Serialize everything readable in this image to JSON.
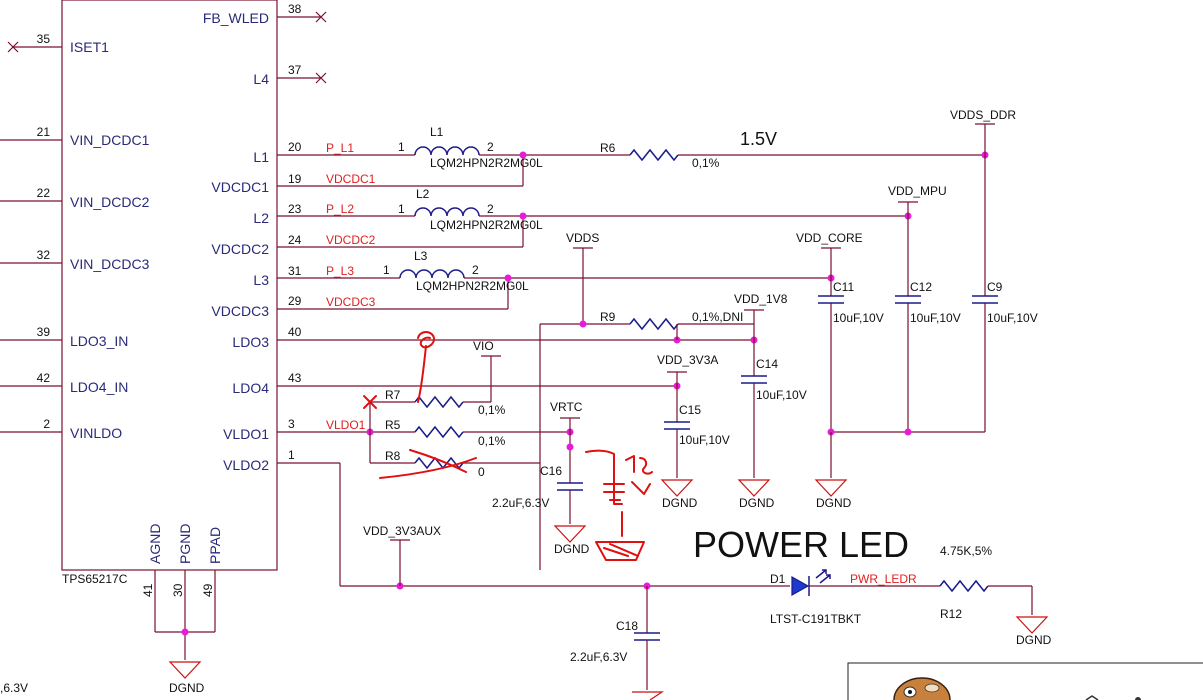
{
  "ic": {
    "left_pins": [
      {
        "num": "35",
        "name": "ISET1"
      },
      {
        "num": "21",
        "name": "VIN_DCDC1"
      },
      {
        "num": "22",
        "name": "VIN_DCDC2"
      },
      {
        "num": "32",
        "name": "VIN_DCDC3"
      },
      {
        "num": "39",
        "name": "LDO3_IN"
      },
      {
        "num": "42",
        "name": "LDO4_IN"
      },
      {
        "num": "2",
        "name": "VINLDO"
      }
    ],
    "right_pins": [
      {
        "num": "38",
        "name": "FB_WLED"
      },
      {
        "num": "37",
        "name": "L4"
      },
      {
        "num": "20",
        "name": "L1"
      },
      {
        "num": "19",
        "name": "VDCDC1"
      },
      {
        "num": "23",
        "name": "L2"
      },
      {
        "num": "24",
        "name": "VDCDC2"
      },
      {
        "num": "31",
        "name": "L3"
      },
      {
        "num": "29",
        "name": "VDCDC3"
      },
      {
        "num": "40",
        "name": "LDO3"
      },
      {
        "num": "43",
        "name": "LDO4"
      },
      {
        "num": "3",
        "name": "VLDO1"
      },
      {
        "num": "1",
        "name": "VLDO2"
      }
    ],
    "bottom_pins": [
      {
        "num": "41",
        "name": "AGND"
      },
      {
        "num": "30",
        "name": "PGND"
      },
      {
        "num": "49",
        "name": "PPAD"
      }
    ],
    "part_name": "TPS65217C"
  },
  "nets": {
    "p_l1": "P_L1",
    "p_l2": "P_L2",
    "p_l3": "P_L3",
    "vdcdc1": "VDCDC1",
    "vdcdc2": "VDCDC2",
    "vdcdc3": "VDCDC3",
    "vldo1": "VLDO1",
    "pwr_ledr": "PWR_LEDR"
  },
  "rails": {
    "vdds_ddr": "VDDS_DDR",
    "vdd_mpu": "VDD_MPU",
    "vdd_core": "VDD_CORE",
    "vdds": "VDDS",
    "vdd_1v8": "VDD_1V8",
    "vdd_3v3a": "VDD_3V3A",
    "vio": "VIO",
    "vrtc": "VRTC",
    "vdd_3v3aux": "VDD_3V3AUX"
  },
  "inductors": [
    {
      "ref": "L1",
      "value": "LQM2HPN2R2MG0L",
      "pin1": "1",
      "pin2": "2"
    },
    {
      "ref": "L2",
      "value": "LQM2HPN2R2MG0L",
      "pin1": "1",
      "pin2": "2"
    },
    {
      "ref": "L3",
      "value": "LQM2HPN2R2MG0L",
      "pin1": "1",
      "pin2": "2"
    }
  ],
  "resistors": {
    "r6": {
      "ref": "R6",
      "value": "0,1%"
    },
    "r9": {
      "ref": "R9",
      "value": "0,1%,DNI"
    },
    "r7": {
      "ref": "R7",
      "value": "0,1%"
    },
    "r5": {
      "ref": "R5",
      "value": "0,1%"
    },
    "r8": {
      "ref": "R8",
      "value": "0"
    },
    "r12": {
      "ref": "R12",
      "value": "4.75K,5%"
    }
  },
  "capacitors": {
    "c11": {
      "ref": "C11",
      "value": "10uF,10V"
    },
    "c12": {
      "ref": "C12",
      "value": "10uF,10V"
    },
    "c9": {
      "ref": "C9",
      "value": "10uF,10V"
    },
    "c14": {
      "ref": "C14",
      "value": "10uF,10V"
    },
    "c15": {
      "ref": "C15",
      "value": "10uF,10V"
    },
    "c16": {
      "ref": "C16",
      "value": "2.2uF,6.3V"
    },
    "c18": {
      "ref": "C18",
      "value": "2.2uF,6.3V"
    }
  },
  "diode": {
    "ref": "D1",
    "value": "LTST-C191TBKT"
  },
  "gnd_label": "DGND",
  "annotations": {
    "v15": "1.5V",
    "power_led": "POWER LED",
    "left_cut_value": ",6.3V"
  }
}
